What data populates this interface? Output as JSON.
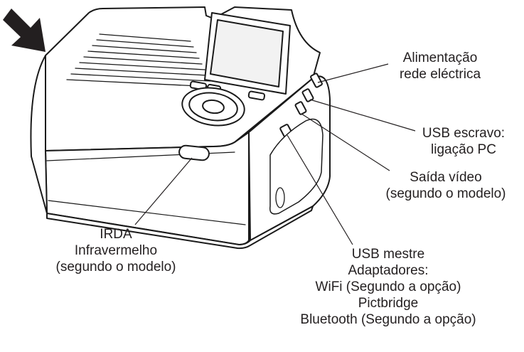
{
  "labels": {
    "power": [
      "Alimentação",
      "rede eléctrica"
    ],
    "usb_slave": [
      "USB escravo:",
      "ligação PC"
    ],
    "video_out": [
      "Saída vídeo",
      "(segundo o modelo)"
    ],
    "irda": [
      "IRDA",
      "Infravermelho",
      "(segundo o modelo)"
    ],
    "usb_master": [
      "USB mestre",
      "Adaptadores:",
      "WiFi (Segundo a opção)",
      "Pictbridge",
      "Bluetooth (Segundo a opção)"
    ]
  },
  "colors": {
    "ink": "#231f20",
    "arrow": "#231f20",
    "outline": "#1a1a1a",
    "screen": "#d9d9d9"
  }
}
